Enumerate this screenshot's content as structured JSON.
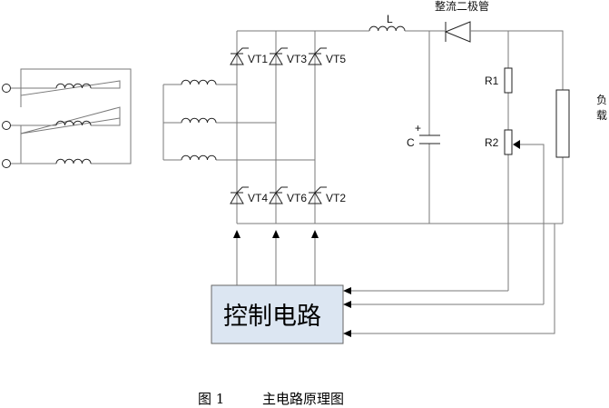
{
  "title_diode": "整流二极管",
  "inductor_label": "L",
  "capacitor_label": "C",
  "capacitor_polarity": "+",
  "resistors": [
    "R1",
    "R2"
  ],
  "load_label": [
    "负",
    "载"
  ],
  "thyristors_top": [
    "VT1",
    "VT3",
    "VT5"
  ],
  "thyristors_bottom": [
    "VT4",
    "VT6",
    "VT2"
  ],
  "control_block": "控制电路",
  "caption": {
    "figure": "图 1",
    "title": "主电路原理图"
  },
  "colors": {
    "control_fill": "#dce6f2",
    "wire": "#7a7a7a"
  }
}
